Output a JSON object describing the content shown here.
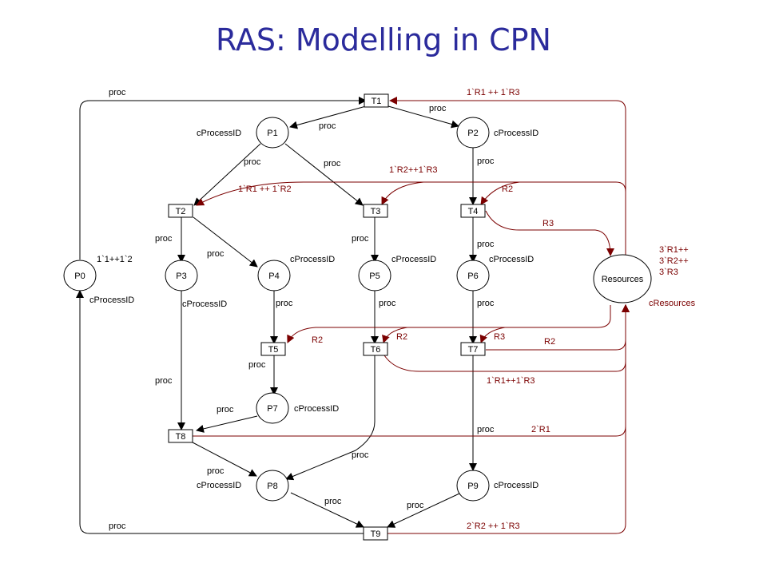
{
  "title": "RAS: Modelling in CPN",
  "colors": {
    "title": "#2b2b9c",
    "process_arc": "#000000",
    "resource_arc": "#7b0000",
    "node_stroke": "#000000",
    "node_fill": "#ffffff"
  },
  "places": {
    "P0": {
      "label": "P0",
      "color_set": "cProcessID",
      "init_marking": "1`1++1`2"
    },
    "P1": {
      "label": "P1",
      "color_set": "cProcessID"
    },
    "P2": {
      "label": "P2",
      "color_set": "cProcessID"
    },
    "P3": {
      "label": "P3",
      "color_set": "cProcessID"
    },
    "P4": {
      "label": "P4",
      "color_set": "cProcessID"
    },
    "P5": {
      "label": "P5",
      "color_set": "cProcessID"
    },
    "P6": {
      "label": "P6",
      "color_set": "cProcessID"
    },
    "P7": {
      "label": "P7",
      "color_set": "cProcessID"
    },
    "P8": {
      "label": "P8",
      "color_set": "cProcessID"
    },
    "P9": {
      "label": "P9",
      "color_set": "cProcessID"
    },
    "Resources": {
      "label": "Resources",
      "color_set": "cResources",
      "init_marking_lines": [
        "3`R1++",
        "3`R2++",
        "3`R3"
      ]
    }
  },
  "transitions": {
    "T1": "T1",
    "T2": "T2",
    "T3": "T3",
    "T4": "T4",
    "T5": "T5",
    "T6": "T6",
    "T7": "T7",
    "T8": "T8",
    "T9": "T9"
  },
  "arc_labels": {
    "proc": "proc",
    "t1_res": "1`R1 ++ 1`R3",
    "t2_res": "1`R1 ++ 1`R2",
    "t3_res": "1`R2++1`R3",
    "t4_in": "R2",
    "t4_out": "R3",
    "t5_res": "R2",
    "t6_in": "R2",
    "t6_out": "1`R1++1`R3",
    "t7_in": "R3",
    "t7_out": "R2",
    "t8_out": "2`R1",
    "t9_out": "2`R2 ++ 1`R3"
  }
}
